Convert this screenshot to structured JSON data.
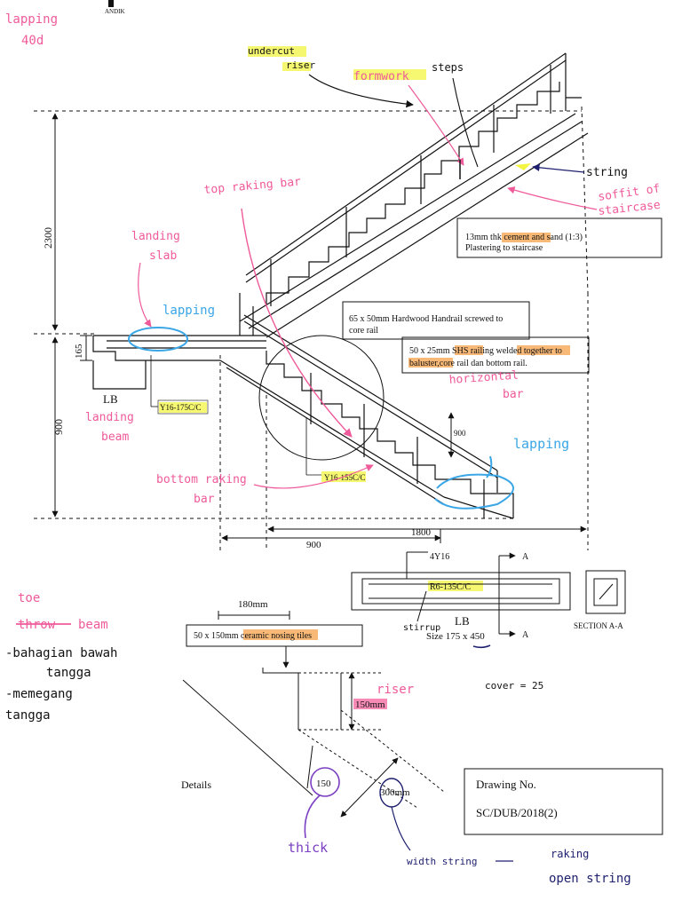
{
  "colors": {
    "pink": "#ef5a9a",
    "blue": "#3aa6e6",
    "purple": "#7a3fc2",
    "navy": "#1d1f6e",
    "highlight_yellow": "#f3f542",
    "highlight_orange": "#f6a14a",
    "highlight_pink": "#f4649e",
    "ink": "#111111"
  },
  "header_mark": "ANDIK",
  "notes": {
    "lapping_40d": [
      "lapping",
      "40d"
    ],
    "undercut_riser": [
      "undercut",
      "riser"
    ],
    "formwork": "formwork",
    "steps": "steps",
    "string": "string",
    "soffit": [
      "soffit of",
      "staircase"
    ],
    "top_raking_bar": "top raking bar",
    "landing_slab": [
      "landing",
      "slab"
    ],
    "lapping_left": "lapping",
    "horizontal_bar": [
      "horizontal",
      "bar"
    ],
    "landing_beam": [
      "landing",
      "beam"
    ],
    "lapping_right": "lapping",
    "bottom_raking_bar": [
      "bottom raking",
      "bar"
    ],
    "stirrup": "stirrup",
    "toe_beam": {
      "toe": "toe",
      "throw": "throw",
      "beam": "beam",
      "line1": "-bahagian bawah",
      "line2": "tangga",
      "line3": "-memegang",
      "line4": "tangga"
    },
    "riser": "riser",
    "cover": "cover = 25",
    "thick": "thick",
    "width_string": "width string",
    "raking": "raking",
    "open_string": "open string"
  },
  "callouts": {
    "plaster_line1": "13mm thk cement and sand (1:3)",
    "plaster_line2": "Plastering to staircase",
    "handrail_line1": "65 x 50mm Hardwood Handrail screwed to",
    "handrail_line2": "core rail",
    "railing_line1": "50 x 25mm SHS railing welded together to",
    "railing_line2": "baluster,core rail dan bottom rail.",
    "nosing": "50 x 150mm ceramic nosing tiles"
  },
  "dimensions": {
    "height_upper": "2300",
    "height_lower": "900",
    "slab_thickness": "165",
    "rail_height": "900",
    "run_total": "1800",
    "run_left": "900",
    "tread_detail": "180mm",
    "riser_detail": "150mm",
    "thickness_detail": "150",
    "string_width_detail": "300mm"
  },
  "labels": {
    "lb": "LB",
    "bar_landing_beam": "Y16-175C/C",
    "bar_bottom": "Y16-155C/C",
    "beam_top_bars": "4Y16",
    "beam_links": "R6-135C/C",
    "beam_lb": "LB",
    "beam_size": "Size 175 x 450",
    "section_arrow": "A",
    "section_title": "SECTION A-A",
    "details": "Details"
  },
  "drawing_box": {
    "label": "Drawing No.",
    "number": "SC/DUB/2018(2)"
  }
}
